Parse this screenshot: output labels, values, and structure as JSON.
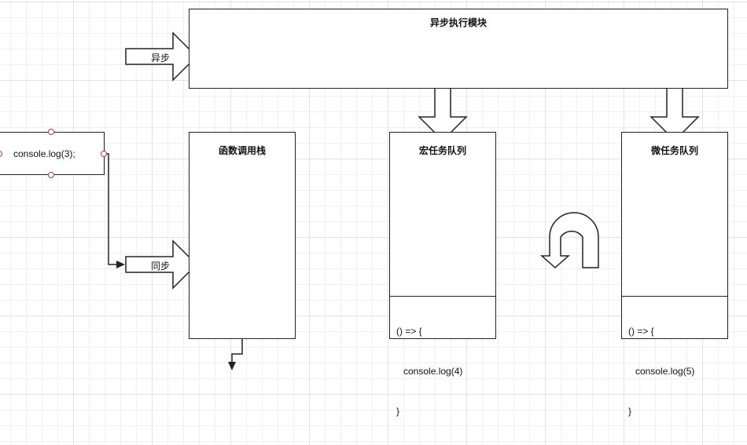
{
  "diagram": {
    "async_module": {
      "title": "异步执行模块"
    },
    "call_stack": {
      "title": "函数调用栈"
    },
    "macro_queue": {
      "title": "宏任务队列",
      "code": {
        "line1": "() => {",
        "line2": "console.log(4)",
        "line3": "}"
      }
    },
    "micro_queue": {
      "title": "微任务队列",
      "code": {
        "line1": "() => {",
        "line2": "console.log(5)",
        "line3": "}"
      }
    },
    "selected_node": {
      "text": "console.log(3);"
    },
    "arrows": {
      "async_label": "异步",
      "sync_label": "同步"
    },
    "colors": {
      "stroke": "#222222",
      "handle": "#c0303a",
      "grid": "#e3e3e3"
    }
  }
}
